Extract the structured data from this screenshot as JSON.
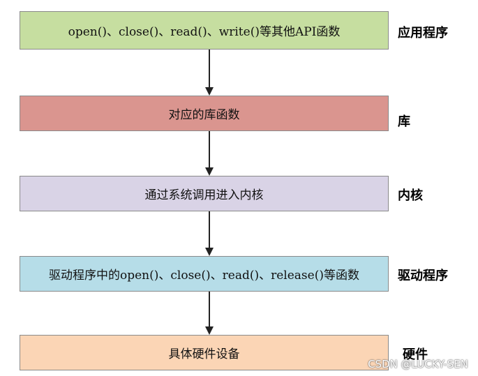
{
  "layers": [
    {
      "text": "open()、close()、read()、write()等其他API函数",
      "label": "应用程序",
      "color": "#c6dea0"
    },
    {
      "text": "对应的库函数",
      "label": "库",
      "color": "#da958f"
    },
    {
      "text": "通过系统调用进入内核",
      "label": "内核",
      "color": "#d9d3e6"
    },
    {
      "text": "驱动程序中的open()、close()、read()、release()等函数",
      "label": "驱动程序",
      "color": "#b6dde8"
    },
    {
      "text": "具体硬件设备",
      "label": "硬件",
      "color": "#fbd5b5"
    }
  ],
  "watermark": "CSDN @LUCKY-SEN"
}
